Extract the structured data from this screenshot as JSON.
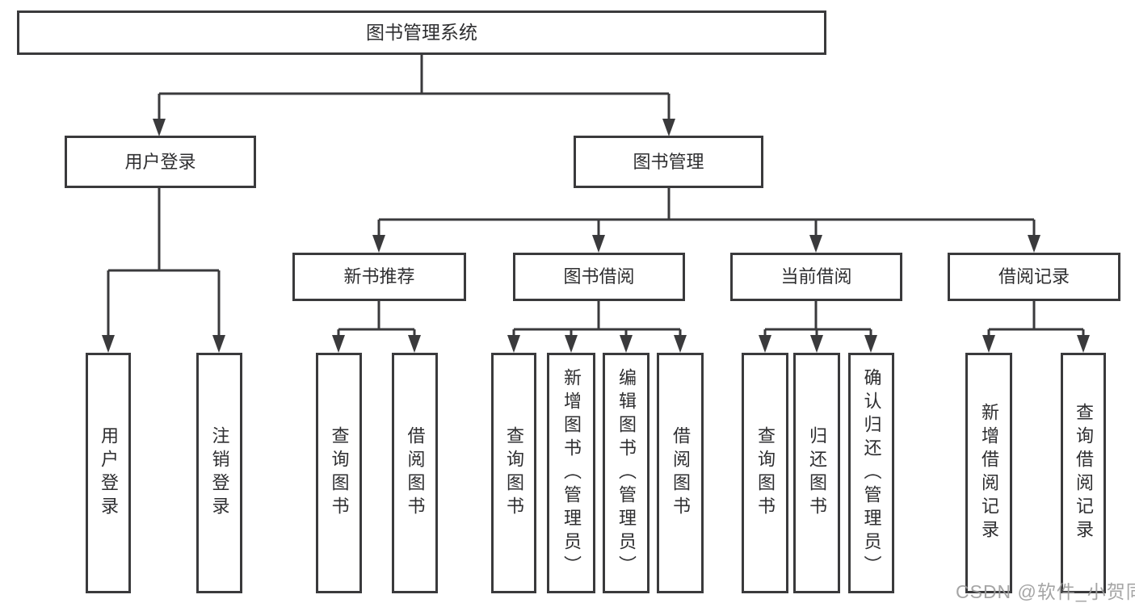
{
  "diagram": {
    "title_hint": "library-management-system-function-tree",
    "root": {
      "label": "图书管理系统"
    },
    "level2": [
      {
        "label": "用户登录"
      },
      {
        "label": "图书管理"
      }
    ],
    "level3": [
      {
        "label": "新书推荐"
      },
      {
        "label": "图书借阅"
      },
      {
        "label": "当前借阅"
      },
      {
        "label": "借阅记录"
      }
    ],
    "leaves": {
      "login": [
        {
          "label": "用户登录"
        },
        {
          "label": "注销登录"
        }
      ],
      "newbook": [
        {
          "label": "查询图书"
        },
        {
          "label": "借阅图书"
        }
      ],
      "borrow": [
        {
          "label": "查询图书"
        },
        {
          "label": "新增图书（管理员）"
        },
        {
          "label": "编辑图书（管理员）"
        },
        {
          "label": "借阅图书"
        }
      ],
      "current": [
        {
          "label": "查询图书"
        },
        {
          "label": "归还图书"
        },
        {
          "label": "确认归还（管理员）"
        }
      ],
      "records": [
        {
          "label": "新增借阅记录"
        },
        {
          "label": "查询借阅记录"
        }
      ]
    },
    "colors": {
      "line": "#3a3a3c",
      "box_border": "#3a3a3c",
      "text": "#2e2e30",
      "background": "#ffffff",
      "watermark": "#9b9b9b"
    }
  },
  "watermark": {
    "text": "CSDN @软件_小贺同学"
  }
}
